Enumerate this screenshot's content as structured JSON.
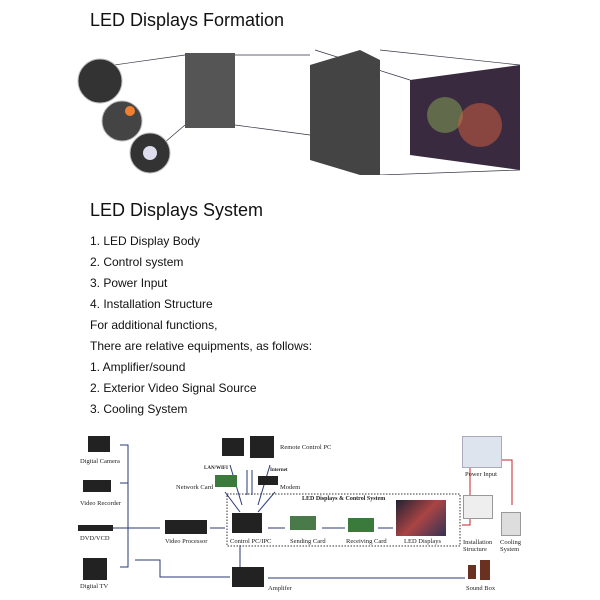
{
  "formation": {
    "title": "LED Displays Formation"
  },
  "system": {
    "title": "LED Displays System",
    "lines": [
      "1. LED Display Body",
      "2. Control system",
      "3. Power Input",
      "4. Installation Structure",
      "For additional functions,",
      "There are relative equipments, as follows:",
      "1. Amplifier/sound",
      "2. Exterior Video Signal Source",
      "3. Cooling System"
    ]
  },
  "diagram": {
    "sources": [
      "Digital Camera",
      "Video Recorder",
      "DVD/VCD",
      "Digital TV"
    ],
    "video_processor": "Video Processor",
    "remote_pc": "Remote Control PC",
    "lan": "LAN/WIFI",
    "internet": "Internet",
    "network_card": "Network Card",
    "modem": "Modem",
    "system_box": "LED Displays & Control System",
    "control_pc": "Control PC/IPC",
    "sending_card": "Sending Card",
    "receiving_card": "Receiving Card",
    "led_displays": "LED Displays",
    "power_input": "Power Input",
    "installation": "Installation Structure",
    "cooling": "Cooling System",
    "amplifier": "Amplifer",
    "sound_box": "Sound Box",
    "colors": {
      "signal": "#2a3a7a",
      "power": "#c0242a"
    }
  }
}
